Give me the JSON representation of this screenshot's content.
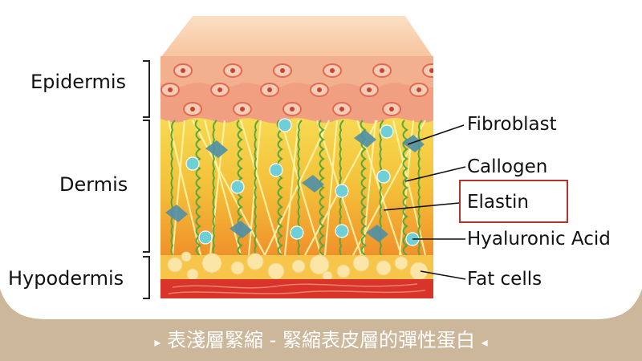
{
  "layers": {
    "epidermis": "Epidermis",
    "dermis": "Dermis",
    "hypodermis": "Hypodermis"
  },
  "components": {
    "fibroblast": "Fibroblast",
    "collagen": "Callogen",
    "elastin": "Elastin",
    "hyaluronic_acid": "Hyaluronic Acid",
    "fat_cells": "Fat cells"
  },
  "caption": {
    "left_marker": "▸",
    "text": "表淺層緊縮 - 緊縮表皮層的彈性蛋白",
    "right_marker": "◂"
  },
  "colors": {
    "caption_band": "#cdb79a",
    "highlight_border": "#b3322a",
    "skin_top": "#f8cba5",
    "epidermis_cells": "#e87a5e",
    "dermis_yellow": "#f6d84a",
    "dermis_orange": "#f39a2a",
    "elastin_fiber": "#5aa83a",
    "hyaluronic_acid": "#6ed0d6",
    "fibroblast": "#4e8fa8",
    "fat_cells": "#fbe6a8",
    "muscle": "#d8342a"
  }
}
